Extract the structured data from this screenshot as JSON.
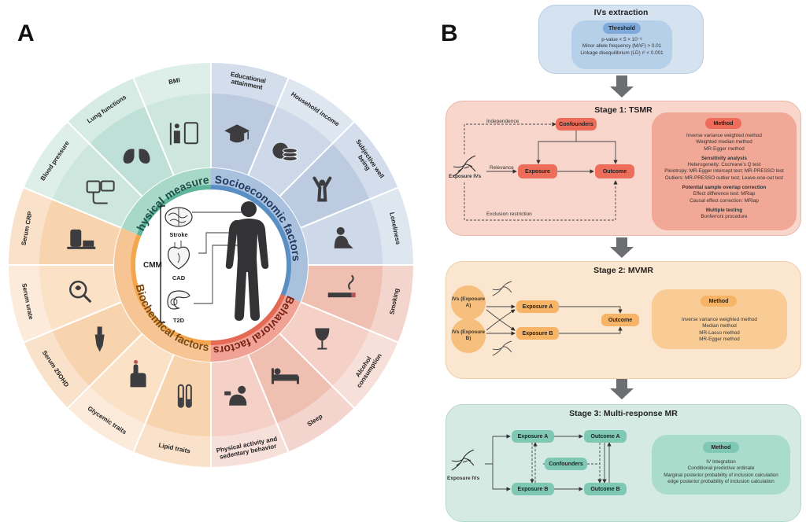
{
  "panel_a": {
    "letter": "A",
    "segments": [
      {
        "key": "bmi",
        "label": "BMI",
        "icon": "bmi-scale-icon"
      },
      {
        "key": "lung",
        "label": "Lung functions",
        "icon": "lungs-icon"
      },
      {
        "key": "bp",
        "label": "Blood pressure",
        "icon": "blood-pressure-monitor-icon"
      },
      {
        "key": "crp",
        "label": "Serum CRP",
        "icon": "lab-analyzer-icon"
      },
      {
        "key": "urate",
        "label": "Serum urate",
        "icon": "kidney-magnifier-icon"
      },
      {
        "key": "vitd",
        "label": "Serum 25OHD",
        "icon": "dropper-icon"
      },
      {
        "key": "glyc",
        "label": "Glycemic traits",
        "icon": "finger-prick-icon"
      },
      {
        "key": "lipid",
        "label": "Lipid traits",
        "icon": "blood-tubes-icon"
      },
      {
        "key": "phys",
        "label": "Physical activity and sedentary behavior",
        "icon": "exercise-icon"
      },
      {
        "key": "sleep",
        "label": "Sleep",
        "icon": "bed-icon"
      },
      {
        "key": "alcohol",
        "label": "Alcohol consumption",
        "icon": "wine-glass-icon"
      },
      {
        "key": "smoking",
        "label": "Smoking",
        "icon": "cigarette-icon"
      },
      {
        "key": "lonely",
        "label": "Loneliness",
        "icon": "sitting-alone-icon"
      },
      {
        "key": "wellbeing",
        "label": "Subjective well being",
        "icon": "cheering-person-icon"
      },
      {
        "key": "income",
        "label": "Household income",
        "icon": "coins-icon"
      },
      {
        "key": "edu",
        "label": "Educational attainment",
        "icon": "graduation-cap-icon"
      }
    ],
    "categories": {
      "physical": "Physical measures",
      "socioeconomic": "Socioeconomic factors",
      "behavioral": "Behavioral factors",
      "biochemical": "Biochemical factors"
    },
    "center": {
      "cmm": "CMM",
      "stroke": "Stroke",
      "cad": "CAD",
      "t2d": "T2D"
    },
    "colors": {
      "physical": "#cde7df",
      "physical_dark": "#bfe0d6",
      "socio": "#cdd9e8",
      "socio_dark": "#bccbe0",
      "behav": "#f4d0c6",
      "behav_dark": "#efbfb2",
      "bio": "#fbe1c6",
      "bio_dark": "#f7d3ae"
    }
  },
  "panel_b": {
    "letter": "B",
    "ivs": {
      "title": "IVs extraction",
      "threshold": "Threshold",
      "lines": [
        "p-value < 5 × 10⁻⁸",
        "Minor allele frequency (MAF) > 0.01",
        "Linkage disequilibrium (LD) r² < 0.001"
      ]
    },
    "stage1": {
      "title": "Stage 1: TSMR",
      "confounders": "Confounders",
      "exposure": "Exposure",
      "outcome": "Outcome",
      "exposure_ivs": "Exposure IVs",
      "independence": "Independence",
      "relevance": "Relevance",
      "exclusion": "Exclusion restriction",
      "method_label": "Method",
      "methods": [
        "Inverse variance weighted method",
        "Weighted median method",
        "MR-Egger method"
      ],
      "sens_title": "Sensitivity analysis",
      "sens": [
        "Heterogeneity: Cochrane's Q test",
        "Pleiotropy: MR-Egger intercept test; MR-PRESSO test",
        "Outliers: MR-PRESSO outlier test; Leave-one-out test"
      ],
      "overlap_title": "Potential sample overlap correction",
      "overlap": [
        "Effect difference test: MRlap",
        "Causal effect correction: MRlap"
      ],
      "multi_title": "Multiple testing",
      "multi": [
        "Bonferroni procedure"
      ]
    },
    "stage2": {
      "title": "Stage 2: MVMR",
      "ivs_a": "IVs (Exposure A)",
      "ivs_b": "IVs (Exposure B)",
      "exposure_a": "Exposure A",
      "exposure_b": "Exposure B",
      "outcome": "Outcome",
      "method_label": "Method",
      "methods": [
        "Inverse variance weighted method",
        "Median method",
        "MR-Lasso method",
        "MR-Egger method"
      ]
    },
    "stage3": {
      "title": "Stage 3: Multi-response MR",
      "exposure_ivs": "Exposure IVs",
      "exposure_a": "Exposure A",
      "exposure_b": "Exposure B",
      "outcome_a": "Outcome A",
      "outcome_b": "Outcome B",
      "confounders": "Confounders",
      "method_label": "Method",
      "methods": [
        "IV Integration",
        "Conditional predictive ordinate",
        "Marginal posterior probability of inclusion calculation",
        "edge posterior probability of inclusion calculation"
      ]
    }
  }
}
